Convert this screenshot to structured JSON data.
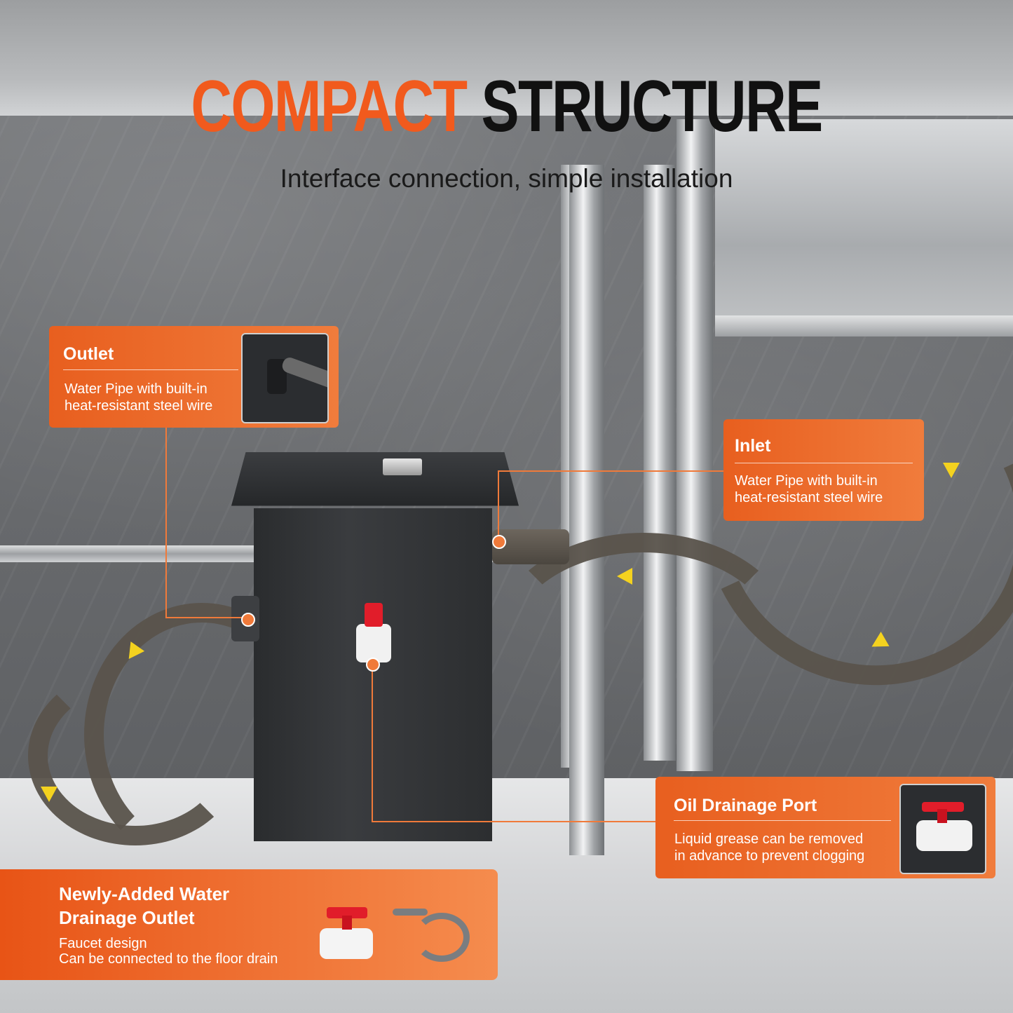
{
  "title": {
    "accent": "COMPACT",
    "rest": "STRUCTURE"
  },
  "subtitle": "Interface connection, simple installation",
  "callouts": {
    "outlet": {
      "heading": "Outlet",
      "line1": "Water Pipe with built-in",
      "line2": "heat-resistant steel wire",
      "thumb_icon": "hose-connector-icon"
    },
    "inlet": {
      "heading": "Inlet",
      "line1": "Water Pipe with built-in",
      "line2": "heat-resistant steel wire"
    },
    "oil_port": {
      "heading": "Oil Drainage Port",
      "line1": "Liquid grease can be removed",
      "line2": "in advance to prevent clogging",
      "thumb_icon": "ball-valve-icon"
    },
    "water_drain": {
      "heading_line1": "Newly-Added  Water",
      "heading_line2": "Drainage Outlet",
      "line1": "Faucet design",
      "line2": "Can be connected to the floor drain",
      "icons": [
        "ball-valve-icon",
        "drain-hose-icon"
      ]
    }
  },
  "colors": {
    "accent": "#f15a1d",
    "callout": "#ec6a2c",
    "arrow": "#f4d21f"
  }
}
